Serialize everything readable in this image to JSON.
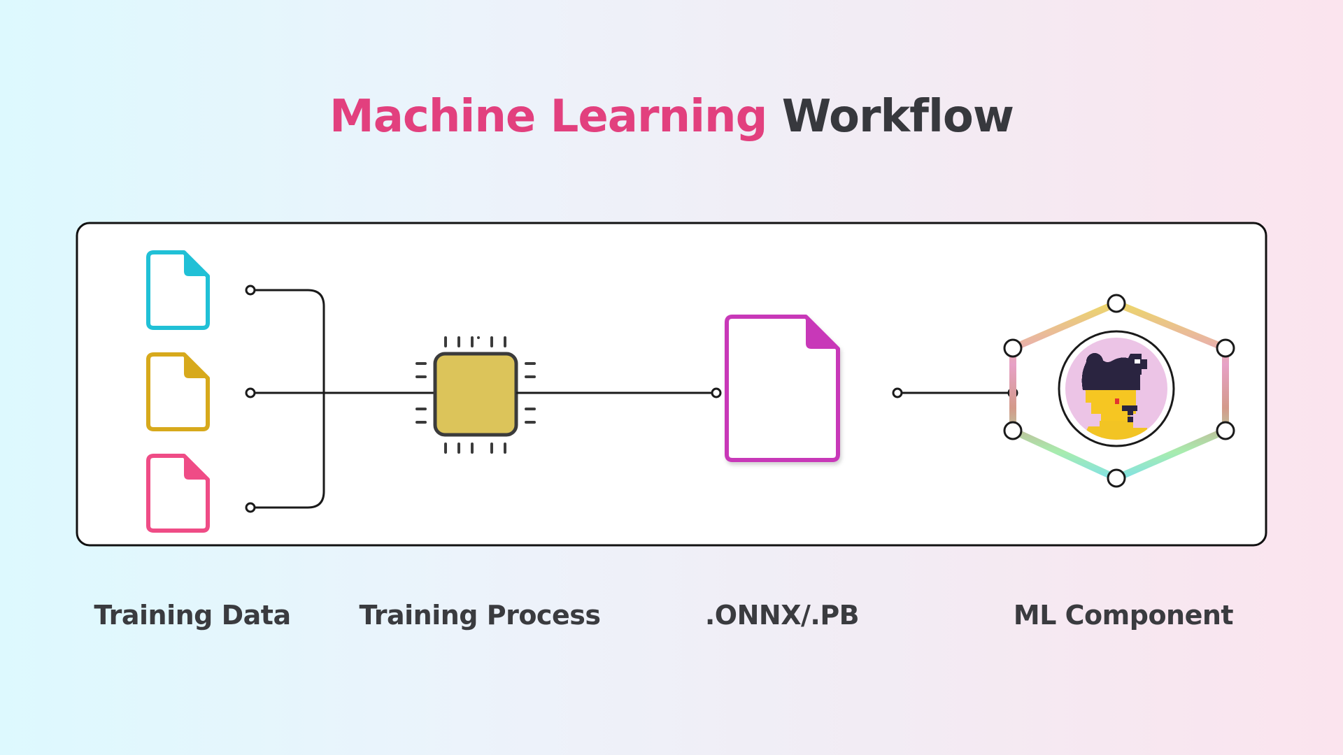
{
  "title": {
    "accent": "Machine Learning",
    "rest": "Workflow"
  },
  "stages": [
    {
      "label": "Training Data"
    },
    {
      "label": "Training Process"
    },
    {
      "label": ".ONNX/.PB"
    },
    {
      "label": "ML Component"
    }
  ],
  "icons": {
    "data_files": [
      "file-icon",
      "file-icon",
      "file-icon"
    ],
    "processor": "cpu-chip-icon",
    "model_file": "file-icon",
    "component": "avatar-icon"
  },
  "colors": {
    "title_accent": "#e2407e",
    "title_text": "#37383d",
    "file_cyan": "#20c0d6",
    "file_gold": "#d7a91c",
    "file_pink": "#ef4c86",
    "chip": "#dcc45a",
    "model_file": "#c838b8",
    "line": "#1a1a1a"
  }
}
